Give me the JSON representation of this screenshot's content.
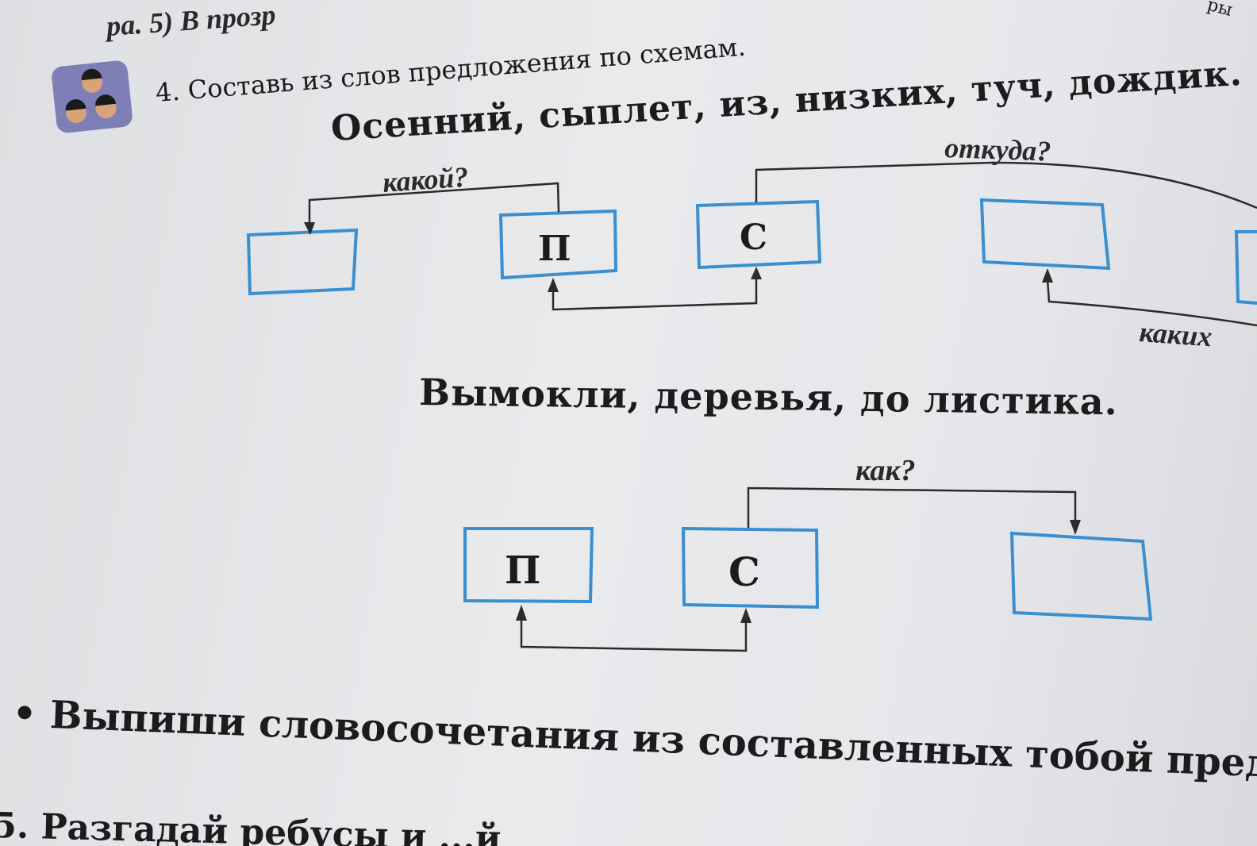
{
  "top_fragment": "ра. 5) В прозр",
  "top_right_fragment": "ры",
  "icon": "group-work-children-icon",
  "task4": {
    "title": "4. Составь из слов предложения по схемам.",
    "sentence1": {
      "words": "Осенний, сыплет, из, низких, туч, дождик.",
      "questions": {
        "kakoy": "какой?",
        "otkuda": "откуда?",
        "kakih": "каких"
      },
      "boxes": [
        "",
        "П",
        "С",
        "",
        ""
      ]
    },
    "sentence2": {
      "words": "Вымокли, деревья, до листика.",
      "questions": {
        "kak": "как?"
      },
      "boxes": [
        "П",
        "С",
        ""
      ]
    }
  },
  "bullet_task": "• Выпиши словосочетания из составленных тобой предл",
  "task5_fragment": "5. Разгадай ребусы и ...й"
}
